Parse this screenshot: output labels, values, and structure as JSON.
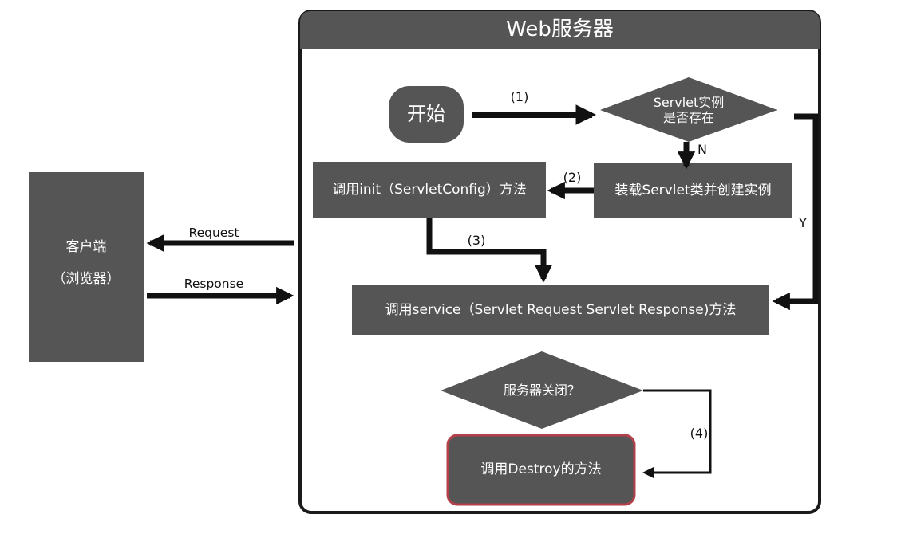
{
  "server": {
    "title": "Web服务器"
  },
  "client": {
    "line1": "客户端",
    "line2": "（浏览器）"
  },
  "nodes": {
    "start": "开始",
    "exists_line1": "Servlet实例",
    "exists_line2": "是否存在",
    "load": "装载Servlet类并创建实例",
    "init": "调用init（ServletConfig）方法",
    "service": "调用service（Servlet Request Servlet Response)方法",
    "shutdown": "服务器关闭？",
    "destroy": "调用Destroy的方法"
  },
  "edges": {
    "step1": "(1)",
    "step2": "(2)",
    "step3": "(3)",
    "step4": "(4)",
    "no": "N",
    "yes": "Y",
    "request": "Request",
    "response": "Response"
  },
  "colors": {
    "box": "#555555",
    "frame": "#1a1a1a",
    "destroy_border": "#b5404c",
    "arrow": "#111111"
  }
}
